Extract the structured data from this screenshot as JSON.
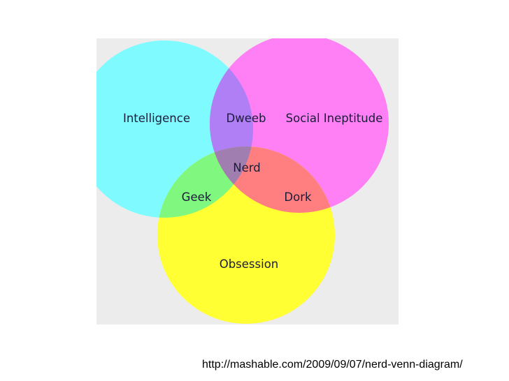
{
  "venn": {
    "colors": {
      "intelligence": "#7ffbff",
      "social_ineptitude": "#ff7ff5",
      "obsession": "#ffff33",
      "dweeb": "#b07ff5",
      "geek": "#80f77f",
      "dork": "#ff7f80",
      "nerd": "#a07fb0"
    },
    "labels": {
      "intelligence": "Intelligence",
      "social_ineptitude": "Social Ineptitude",
      "obsession": "Obsession",
      "dweeb": "Dweeb",
      "geek": "Geek",
      "dork": "Dork",
      "nerd": "Nerd"
    }
  },
  "source_url": "http://mashable.com/2009/09/07/nerd-venn-diagram/"
}
